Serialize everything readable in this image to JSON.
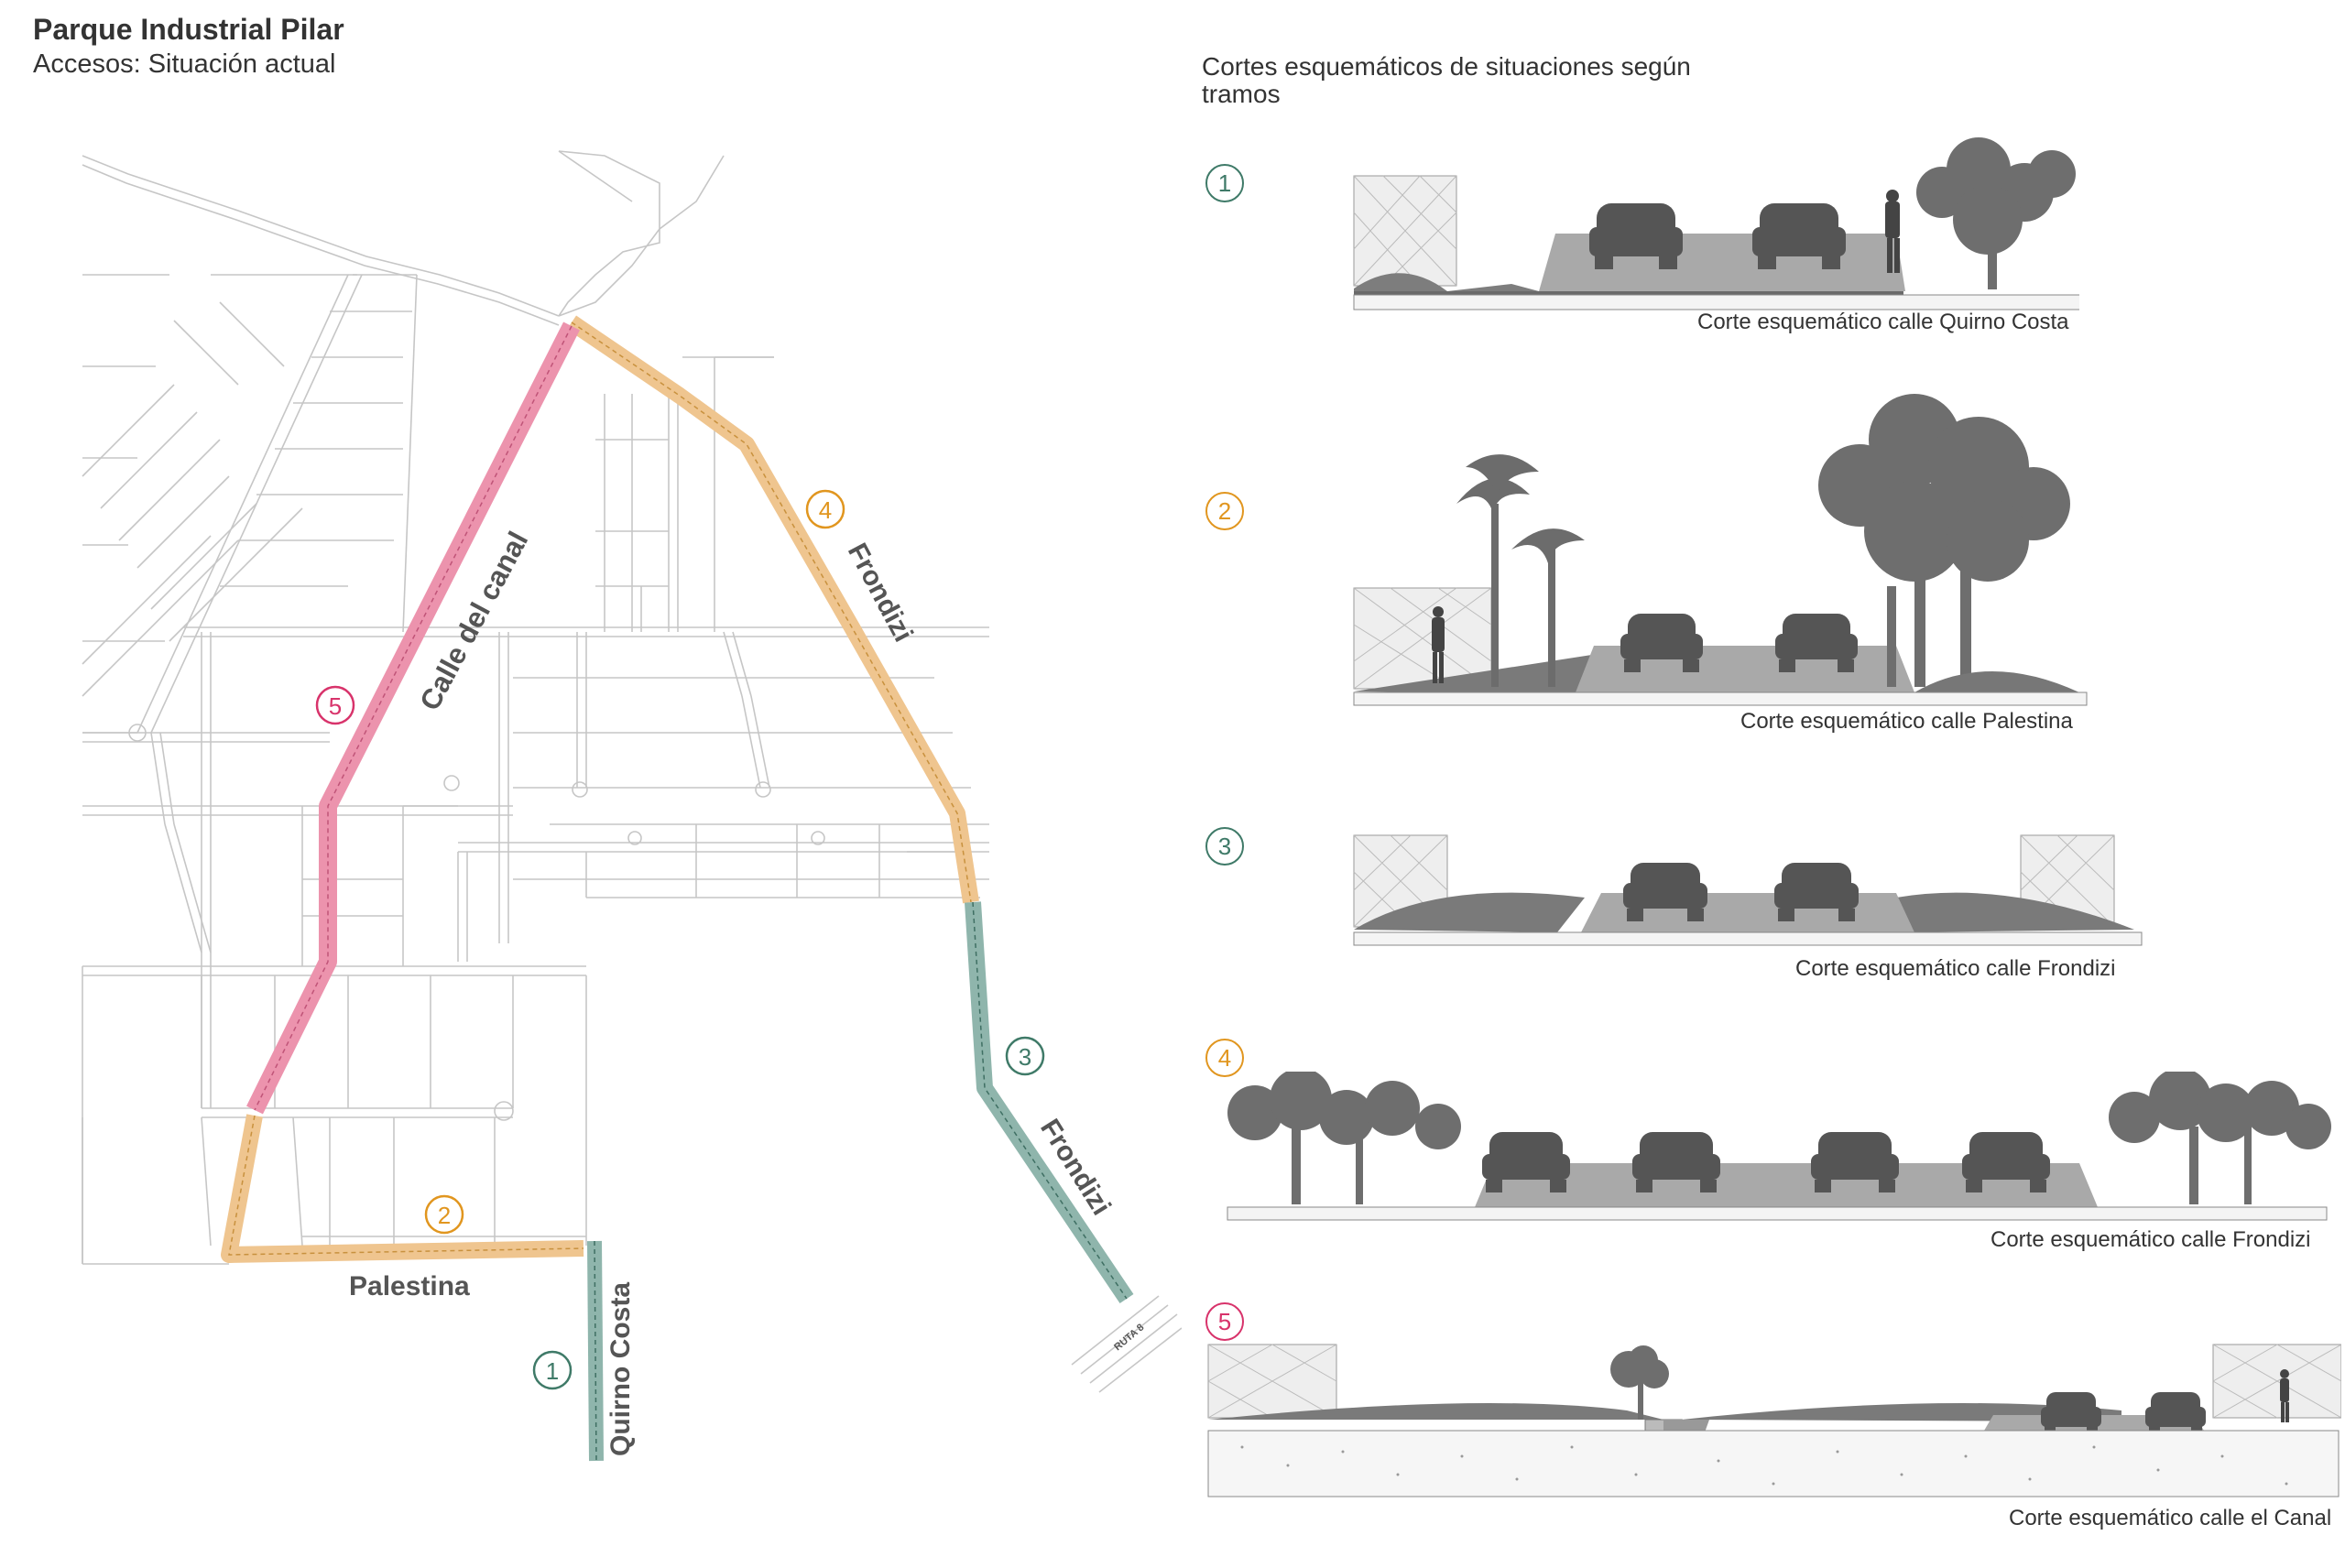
{
  "header": {
    "title": "Parque Industrial Pilar",
    "subtitle": "Accesos: Situación actual"
  },
  "map": {
    "route_labels": {
      "calle_del_canal": "Calle del canal",
      "frondizi_upper": "Frondizi",
      "frondizi_lower": "Frondizi",
      "palestina": "Palestina",
      "quirno_costa": "Quirno Costa",
      "ruta": "RUTA 8"
    },
    "markers": {
      "m1": "1",
      "m2": "2",
      "m3": "3",
      "m4": "4",
      "m5": "5"
    },
    "colors": {
      "green": "#8fb5ac",
      "orange": "#efc58f",
      "pink": "#ec93ad",
      "badge_green": "#3f7a68",
      "badge_orange": "#e1961f",
      "badge_pink": "#d8336b"
    }
  },
  "sections": {
    "heading": "Cortes esquemáticos de situaciones según tramos",
    "items": [
      {
        "number": "1",
        "caption": "Corte esquemático calle Quirno Costa",
        "color": "#3f7a68"
      },
      {
        "number": "2",
        "caption": "Corte esquemático calle Palestina",
        "color": "#e1961f"
      },
      {
        "number": "3",
        "caption": "Corte esquemático calle Frondizi",
        "color": "#3f7a68"
      },
      {
        "number": "4",
        "caption": "Corte esquemático calle Frondizi",
        "color": "#e1961f"
      },
      {
        "number": "5",
        "caption": "Corte esquemático calle el Canal",
        "color": "#d8336b"
      }
    ]
  }
}
